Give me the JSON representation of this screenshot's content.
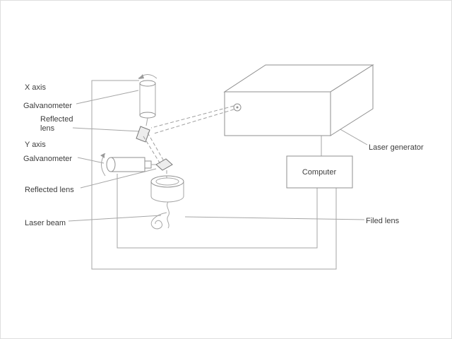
{
  "diagram": {
    "labels": {
      "x_galvo": {
        "line1": "X axis",
        "line2": "Galvanometer"
      },
      "reflected_lens_x": {
        "line1": "Reflected",
        "line2": "lens"
      },
      "y_galvo": {
        "line1": "Y axis",
        "line2": "Galvanometer"
      },
      "reflected_lens_y": "Reflected lens",
      "laser_beam": "Laser beam",
      "laser_generator": "Laser generator",
      "computer": "Computer",
      "field_lens": "Filed lens"
    },
    "colors": {
      "line": "#a6a6a6",
      "dashed_line": "#9f9f9f",
      "text": "#3d3d3d",
      "mirror_fill": "#ededed",
      "background": "#ffffff"
    }
  }
}
